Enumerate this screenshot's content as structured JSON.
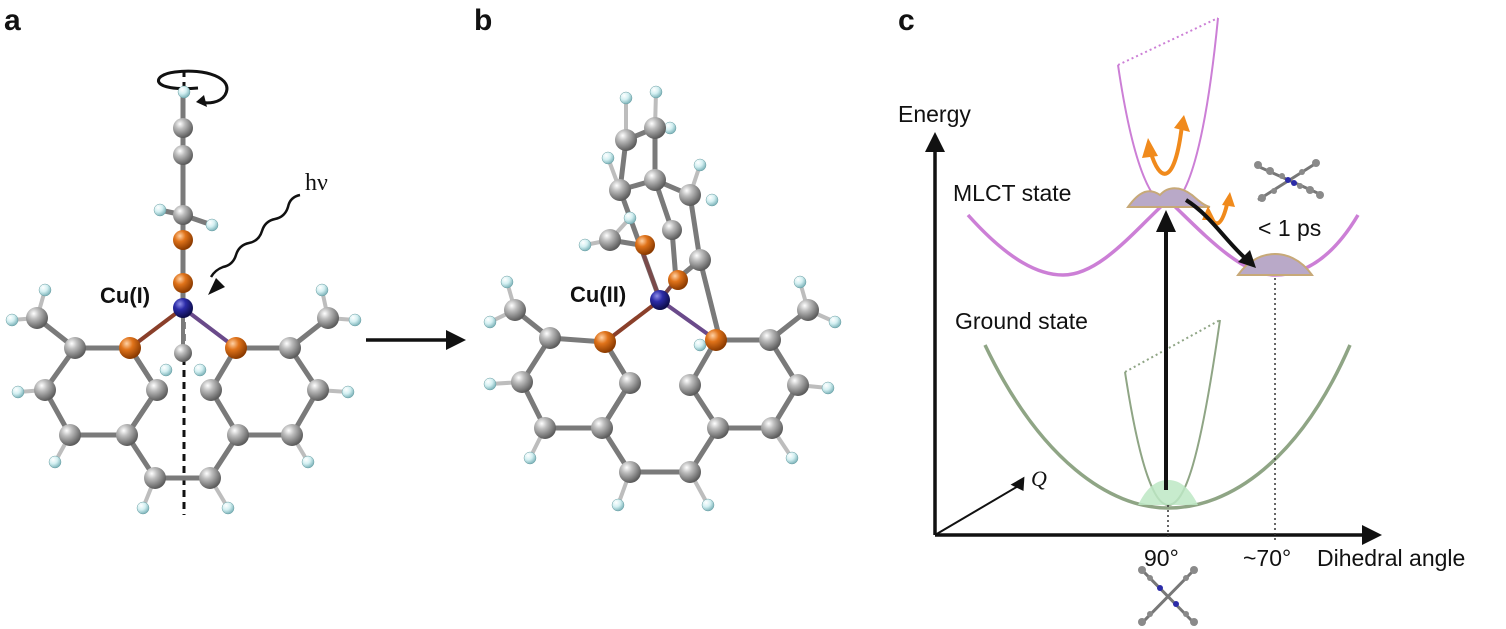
{
  "panels": {
    "a": {
      "letter": "a",
      "metal_label": "Cu(I)",
      "photon_label": "hν"
    },
    "b": {
      "letter": "b",
      "metal_label": "Cu(II)"
    },
    "c": {
      "letter": "c",
      "y_axis_label": "Energy",
      "x_axis_label": "Dihedral angle",
      "q_axis_label": "Q",
      "excited_state_label": "MLCT state",
      "ground_state_label": "Ground state",
      "timescale_label": "< 1 ps",
      "angle_ground_label": "90°",
      "angle_excited_label": "~70°"
    }
  },
  "colors": {
    "carbon": "#8c8c8c",
    "hydrogen": "#bfe6ea",
    "phosphorus": "#d9650b",
    "copper": "#2a2a9e",
    "mlct_curve": "#cc7fd6",
    "ground_curve": "#8fa585",
    "excitation_arrow": "#111111",
    "orange_arrows": "#f08a1c",
    "wavepacket_excited": "#b9a9c8",
    "wavepacket_ground": "#bde8c4"
  }
}
